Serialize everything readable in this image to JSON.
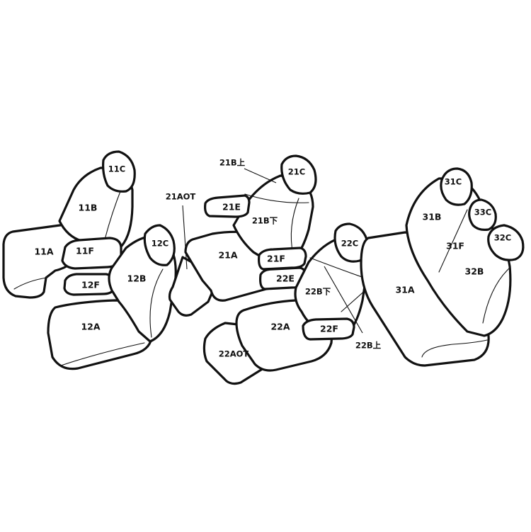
{
  "parts": {
    "p11A": "11A",
    "p11B": "11B",
    "p11C": "11C",
    "p11F": "11F",
    "p12A": "12A",
    "p12B": "12B",
    "p12C": "12C",
    "p12F": "12F",
    "p21AOT": "21AOT",
    "p21A": "21A",
    "p21B_upper": "21B上",
    "p21B_lower": "21B下",
    "p21C": "21C",
    "p21E": "21E",
    "p21F": "21F",
    "p22A": "22A",
    "p22AOT": "22AOT",
    "p22B_lower": "22B下",
    "p22B_upper": "22B上",
    "p22C": "22C",
    "p22E": "22E",
    "p22F": "22F",
    "p31A": "31A",
    "p31B": "31B",
    "p31C": "31C",
    "p31F": "31F",
    "p32B": "32B",
    "p32C": "32C",
    "p33C": "33C"
  }
}
